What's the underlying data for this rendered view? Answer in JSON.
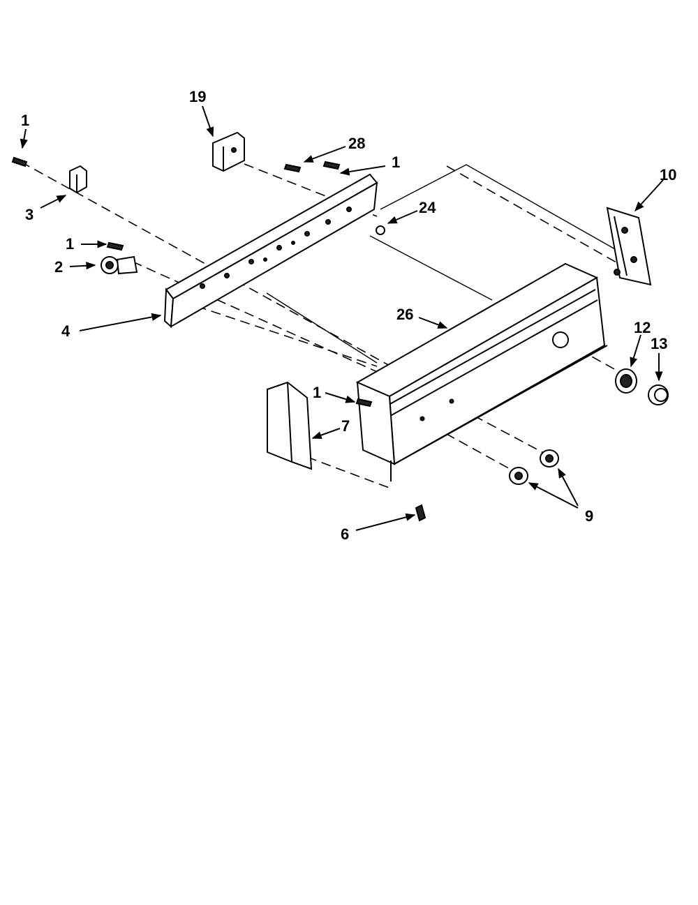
{
  "diagram": {
    "callouts": [
      {
        "id": "c1a",
        "label": "1"
      },
      {
        "id": "c3",
        "label": "3"
      },
      {
        "id": "c19",
        "label": "19"
      },
      {
        "id": "c28",
        "label": "28"
      },
      {
        "id": "c1b",
        "label": "1"
      },
      {
        "id": "c24",
        "label": "24"
      },
      {
        "id": "c10",
        "label": "10"
      },
      {
        "id": "c1c",
        "label": "1"
      },
      {
        "id": "c2",
        "label": "2"
      },
      {
        "id": "c4",
        "label": "4"
      },
      {
        "id": "c26",
        "label": "26"
      },
      {
        "id": "c12",
        "label": "12"
      },
      {
        "id": "c13",
        "label": "13"
      },
      {
        "id": "c1d",
        "label": "1"
      },
      {
        "id": "c7",
        "label": "7"
      },
      {
        "id": "c9",
        "label": "9"
      },
      {
        "id": "c6",
        "label": "6"
      }
    ]
  }
}
